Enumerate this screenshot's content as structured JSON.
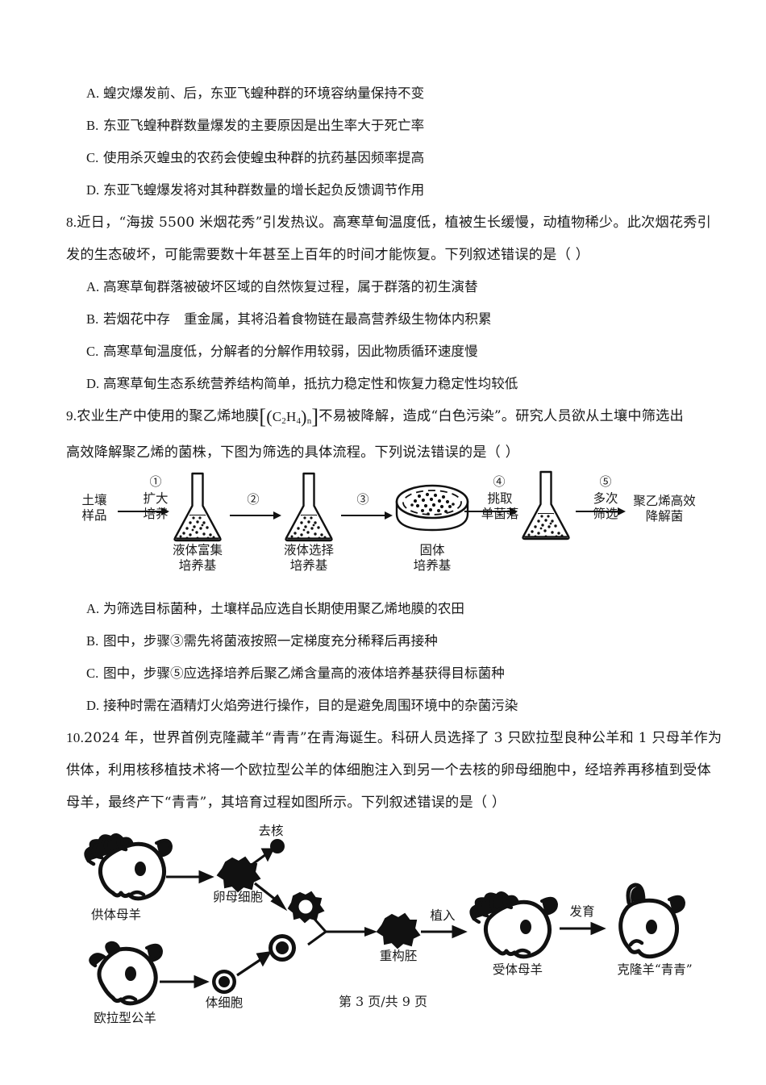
{
  "document": {
    "footer": "第 3 页/共 9 页"
  },
  "q7_options": [
    {
      "letter": "A.",
      "text": "蝗灾爆发前、后，东亚飞蝗种群的环境容纳量保持不变"
    },
    {
      "letter": "B.",
      "text": "东亚飞蝗种群数量爆发的主要原因是出生率大于死亡率"
    },
    {
      "letter": "C.",
      "text": "使用杀灭蝗虫的农药会使蝗虫种群的抗药基因频率提高"
    },
    {
      "letter": "D.",
      "text": "东亚飞蝗爆发将对其种群数量的增长起负反馈调节作用"
    }
  ],
  "q8": {
    "number": "8.",
    "stem_line1": "近日，“海拔 5500 米烟花秀”引发热议。高寒草甸温度低，植被生长缓慢，动植物稀少。此次烟花秀引",
    "stem_line2": "发的生态破坏，可能需要数十年甚至上百年的时间才能恢复。下列叙述错误的是（      ）",
    "options": [
      {
        "letter": "A.",
        "text": "高寒草甸群落被破坏区域的自然恢复过程，属于群落的初生演替"
      },
      {
        "letter": "B.",
        "text_before": "若烟花中存",
        "text_after": "重金属，其将沿着食物链在最高营养级生物体内积累"
      },
      {
        "letter": "C.",
        "text": "高寒草甸温度低，分解者的分解作用较弱，因此物质循环速度慢"
      },
      {
        "letter": "D.",
        "text": "高寒草甸生态系统营养结构简单，抵抗力稳定性和恢复力稳定性均较低"
      }
    ]
  },
  "q9": {
    "number": "9.",
    "stem_part1": "农业生产中使用的聚乙烯地膜",
    "formula": "[(C2H4)n]",
    "stem_part2": "不易被降解，造成“白色污染”。研究人员欲从土壤中筛选出",
    "stem_line2": "高效降解聚乙烯的菌株，下图为筛选的具体流程。下列说法错误的是（      ）",
    "figure": {
      "start_label_line1": "土壤",
      "start_label_line2": "样品",
      "steps": [
        {
          "num": "①",
          "label_line1": "扩大",
          "label_line2": "培养"
        },
        {
          "num": "②",
          "label_line1": "",
          "label_line2": ""
        },
        {
          "num": "③",
          "label_line1": "",
          "label_line2": ""
        },
        {
          "num": "④",
          "label_line1": "挑取",
          "label_line2": "单菌落"
        },
        {
          "num": "⑤",
          "label_line1": "多次",
          "label_line2": "筛选"
        }
      ],
      "node_labels": [
        {
          "line1": "液体富集",
          "line2": "培养基"
        },
        {
          "line1": "液体选择",
          "line2": "培养基"
        },
        {
          "line1": "固体",
          "line2": "培养基"
        }
      ],
      "end_label_line1": "聚乙烯高效",
      "end_label_line2": "降解菌"
    },
    "options": [
      {
        "letter": "A.",
        "text": "为筛选目标菌种，土壤样品应选自长期使用聚乙烯地膜的农田"
      },
      {
        "letter": "B.",
        "text": "图中，步骤③需先将菌液按照一定梯度充分稀释后再接种"
      },
      {
        "letter": "C.",
        "text": "图中，步骤⑤应选择培养后聚乙烯含量高的液体培养基获得目标菌种"
      },
      {
        "letter": "D.",
        "text": "接种时需在酒精灯火焰旁进行操作，目的是避免周围环境中的杂菌污染"
      }
    ]
  },
  "q10": {
    "number": "10.",
    "stem_line1": "2024 年，世界首例克隆藏羊“青青”在青海诞生。科研人员选择了 3 只欧拉型良种公羊和 1 只母羊作为",
    "stem_line2": "供体，利用核移植技术将一个欧拉型公羊的体细胞注入到另一个去核的卵母细胞中，经培养再移植到受体",
    "stem_line3": "母羊，最终产下“青青”，其培育过程如图所示。下列叙述错误的是（      ）",
    "figure": {
      "donor_ewe": "供体母羊",
      "oocyte": "卵母细胞",
      "enucleation": "去核",
      "oula_ram": "欧拉型公羊",
      "somatic_cell": "体细胞",
      "reconstructed_embryo": "重构胚",
      "implant": "植入",
      "recipient_ewe": "受体母羊",
      "develop": "发育",
      "clone_sheep": "克隆羊“青青”"
    }
  }
}
